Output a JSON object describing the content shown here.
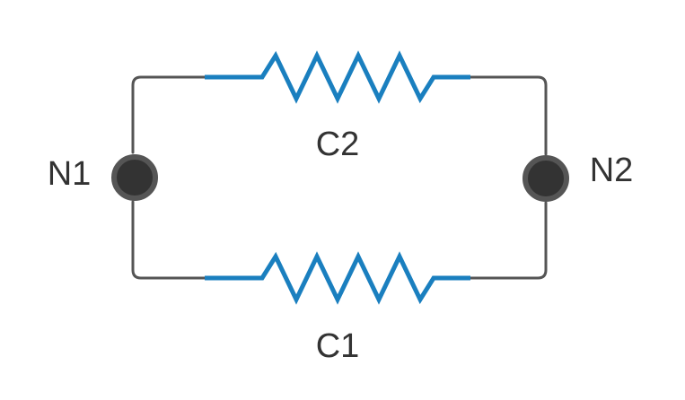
{
  "nodes": {
    "n1": {
      "label": "N1"
    },
    "n2": {
      "label": "N2"
    }
  },
  "components": {
    "top": {
      "label": "C2"
    },
    "bottom": {
      "label": "C1"
    }
  },
  "colors": {
    "wire": "#555555",
    "resistor": "#1a7fbf",
    "node_fill": "#333333",
    "node_stroke": "#555555",
    "text": "#333333"
  }
}
